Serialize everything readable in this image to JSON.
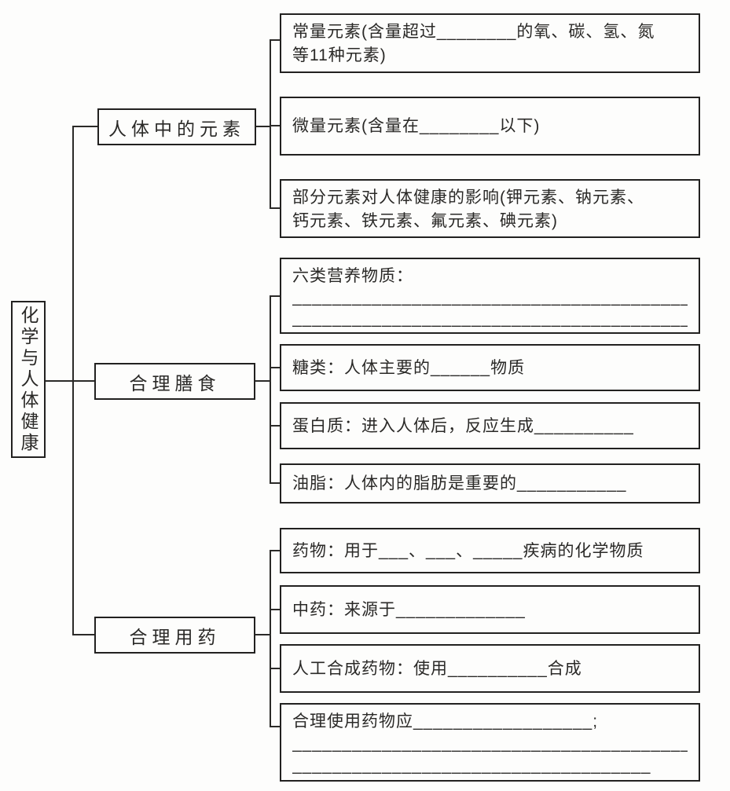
{
  "diagram": {
    "root": {
      "label": "化学与人体健康"
    },
    "branches": [
      {
        "label": "人体中的元素",
        "children": [
          {
            "lines": [
              "常量元素(含量超过________的氧、碳、氢、氮",
              "等11种元素)"
            ]
          },
          {
            "lines": [
              "微量元素(含量在________以下)"
            ]
          },
          {
            "lines": [
              "部分元素对人体健康的影响(钾元素、钠元素、",
              "钙元素、铁元素、氟元素、碘元素)"
            ]
          }
        ]
      },
      {
        "label": "合理膳食",
        "children": [
          {
            "lines": [
              "六类营养物质：",
              "__________________________________________",
              "__________________________________________"
            ]
          },
          {
            "lines": [
              "糖类：人体主要的______物质"
            ]
          },
          {
            "lines": [
              "蛋白质：进入人体后，反应生成__________"
            ]
          },
          {
            "lines": [
              "油脂：人体内的脂肪是重要的___________"
            ]
          }
        ]
      },
      {
        "label": "合理用药",
        "children": [
          {
            "lines": [
              "药物：用于___、___、_____疾病的化学物质"
            ]
          },
          {
            "lines": [
              "中药：来源于_____________"
            ]
          },
          {
            "lines": [
              "人工合成药物：使用__________合成"
            ]
          },
          {
            "lines": [
              "合理使用药物应__________________;",
              "________________________________________;",
              "____________________________________"
            ]
          }
        ]
      }
    ]
  }
}
